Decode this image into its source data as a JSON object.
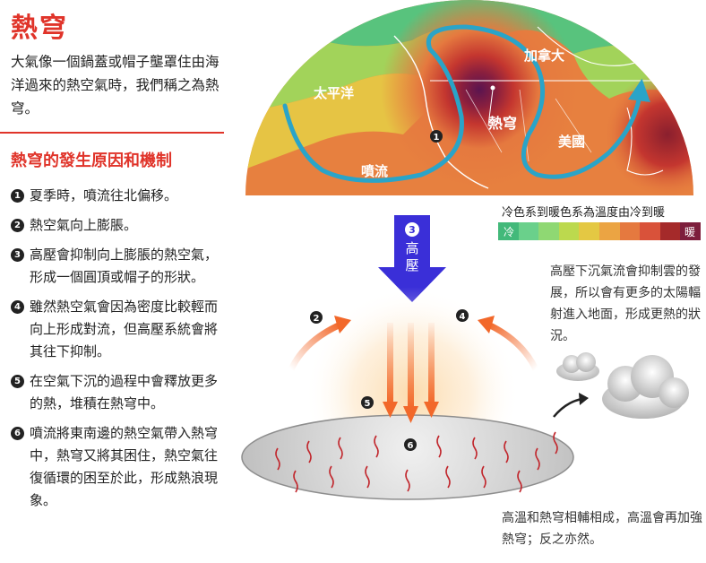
{
  "title": "熱穹",
  "intro": "大氣像一個鍋蓋或帽子壟罩住由海洋過來的熱空氣時，我們稱之為熱穹。",
  "subtitle": "熱穹的發生原因和機制",
  "steps": [
    {
      "num": "1",
      "text": "夏季時，噴流往北偏移。"
    },
    {
      "num": "2",
      "text": "熱空氣向上膨脹。"
    },
    {
      "num": "3",
      "text": "高壓會抑制向上膨脹的熱空氣，形成一個圓頂或帽子的形狀。"
    },
    {
      "num": "4",
      "text": "雖然熱空氣會因為密度比較輕而向上形成對流，但高壓系統會將其往下抑制。"
    },
    {
      "num": "5",
      "text": "在空氣下沉的過程中會釋放更多的熱，堆積在熱穹中。"
    },
    {
      "num": "6",
      "text": "噴流將東南邊的熱空氣帶入熱穹中，熱穹又將其困住，熱空氣往復循環的困至於此，形成熱浪現象。"
    }
  ],
  "map": {
    "labels": {
      "pacific": "太平洋",
      "canada": "加拿大",
      "usa": "美國",
      "heat_dome": "熱穹",
      "jet_stream": "噴流"
    },
    "marker": "1"
  },
  "legend": {
    "title": "冷色系到暖色系為溫度由冷到暖",
    "cold": "冷",
    "warm": "暖",
    "colors": [
      "#43b97a",
      "#6ad08b",
      "#8fd873",
      "#bcd94e",
      "#e4c843",
      "#eba443",
      "#e5793f",
      "#d9523a",
      "#a52a2a",
      "#7d1e3c"
    ]
  },
  "high_pressure": {
    "num": "3",
    "label": "高壓"
  },
  "markers": {
    "m2": "2",
    "m4": "4",
    "m5": "5",
    "m6": "6"
  },
  "note_clouds": "高壓下沉氣流會抑制雲的發展，所以會有更多的太陽輻射進入地面，形成更熱的狀況。",
  "note_bottom": "高溫和熱穹相輔相成，高溫會再加強熱穹；反之亦然。",
  "colors": {
    "accent": "#e0342a",
    "jet": "#2aa4c8",
    "arrow_blue": "#3a2fd8",
    "arrow_orange": "#f2682a"
  }
}
